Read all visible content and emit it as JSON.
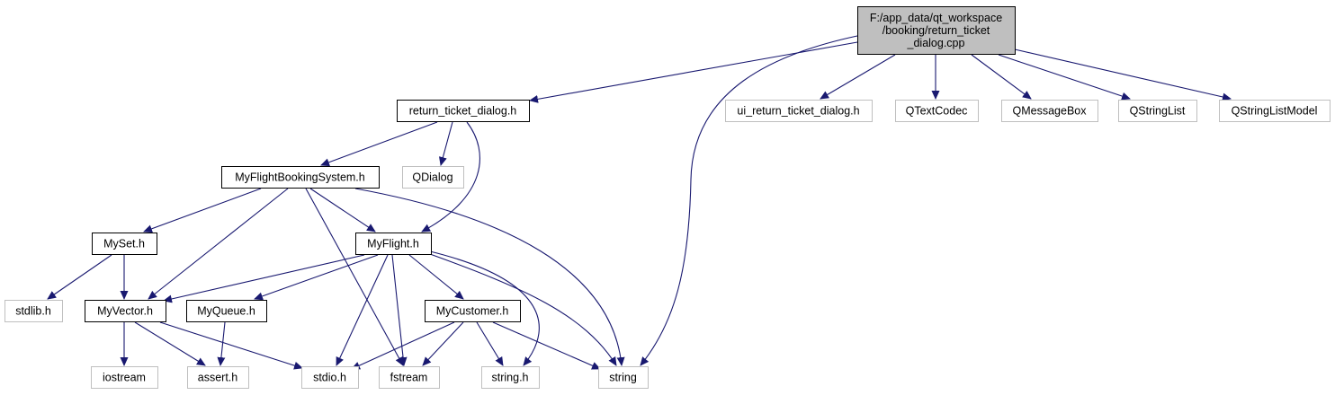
{
  "colors": {
    "edge": "#191970",
    "node_border": "#000000",
    "external_border": "#bfbfbf",
    "root_fill": "#bfbfbf",
    "node_fill": "#ffffff"
  },
  "nodes": [
    {
      "id": "root",
      "lines": [
        "F:/app_data/qt_workspace",
        "/booking/return_ticket",
        "_dialog.cpp"
      ],
      "kind": "root"
    },
    {
      "id": "return_ticket_dialog_h",
      "lines": [
        "return_ticket_dialog.h"
      ],
      "kind": "header"
    },
    {
      "id": "ui_return_ticket_dialog_h",
      "lines": [
        "ui_return_ticket_dialog.h"
      ],
      "kind": "external"
    },
    {
      "id": "qtextcodec",
      "lines": [
        "QTextCodec"
      ],
      "kind": "external"
    },
    {
      "id": "qmessagebox",
      "lines": [
        "QMessageBox"
      ],
      "kind": "external"
    },
    {
      "id": "qstringlist",
      "lines": [
        "QStringList"
      ],
      "kind": "external"
    },
    {
      "id": "qstringlistmodel",
      "lines": [
        "QStringListModel"
      ],
      "kind": "external"
    },
    {
      "id": "myflightbookingsystem_h",
      "lines": [
        "MyFlightBookingSystem.h"
      ],
      "kind": "header"
    },
    {
      "id": "qdialog",
      "lines": [
        "QDialog"
      ],
      "kind": "external"
    },
    {
      "id": "myset_h",
      "lines": [
        "MySet.h"
      ],
      "kind": "header"
    },
    {
      "id": "myflight_h",
      "lines": [
        "MyFlight.h"
      ],
      "kind": "header"
    },
    {
      "id": "stdlib_h",
      "lines": [
        "stdlib.h"
      ],
      "kind": "external"
    },
    {
      "id": "myvector_h",
      "lines": [
        "MyVector.h"
      ],
      "kind": "header"
    },
    {
      "id": "myqueue_h",
      "lines": [
        "MyQueue.h"
      ],
      "kind": "header"
    },
    {
      "id": "mycustomer_h",
      "lines": [
        "MyCustomer.h"
      ],
      "kind": "header"
    },
    {
      "id": "iostream",
      "lines": [
        "iostream"
      ],
      "kind": "external"
    },
    {
      "id": "assert_h",
      "lines": [
        "assert.h"
      ],
      "kind": "external"
    },
    {
      "id": "stdio_h",
      "lines": [
        "stdio.h"
      ],
      "kind": "external"
    },
    {
      "id": "fstream",
      "lines": [
        "fstream"
      ],
      "kind": "external"
    },
    {
      "id": "string_h",
      "lines": [
        "string.h"
      ],
      "kind": "external"
    },
    {
      "id": "string",
      "lines": [
        "string"
      ],
      "kind": "external"
    }
  ],
  "edges": [
    {
      "from": "root",
      "to": "return_ticket_dialog_h"
    },
    {
      "from": "root",
      "to": "ui_return_ticket_dialog_h"
    },
    {
      "from": "root",
      "to": "qtextcodec"
    },
    {
      "from": "root",
      "to": "qmessagebox"
    },
    {
      "from": "root",
      "to": "qstringlist"
    },
    {
      "from": "root",
      "to": "qstringlistmodel"
    },
    {
      "from": "root",
      "to": "string"
    },
    {
      "from": "return_ticket_dialog_h",
      "to": "myflightbookingsystem_h"
    },
    {
      "from": "return_ticket_dialog_h",
      "to": "qdialog"
    },
    {
      "from": "return_ticket_dialog_h",
      "to": "myflight_h"
    },
    {
      "from": "myflightbookingsystem_h",
      "to": "myset_h"
    },
    {
      "from": "myflightbookingsystem_h",
      "to": "myvector_h"
    },
    {
      "from": "myflightbookingsystem_h",
      "to": "myflight_h"
    },
    {
      "from": "myflightbookingsystem_h",
      "to": "fstream"
    },
    {
      "from": "myflightbookingsystem_h",
      "to": "string"
    },
    {
      "from": "myset_h",
      "to": "stdlib_h"
    },
    {
      "from": "myset_h",
      "to": "myvector_h"
    },
    {
      "from": "myflight_h",
      "to": "myvector_h"
    },
    {
      "from": "myflight_h",
      "to": "myqueue_h"
    },
    {
      "from": "myflight_h",
      "to": "mycustomer_h"
    },
    {
      "from": "myflight_h",
      "to": "stdio_h"
    },
    {
      "from": "myflight_h",
      "to": "fstream"
    },
    {
      "from": "myflight_h",
      "to": "string_h"
    },
    {
      "from": "myflight_h",
      "to": "string"
    },
    {
      "from": "myvector_h",
      "to": "iostream"
    },
    {
      "from": "myvector_h",
      "to": "assert_h"
    },
    {
      "from": "myvector_h",
      "to": "stdio_h"
    },
    {
      "from": "myqueue_h",
      "to": "assert_h"
    },
    {
      "from": "mycustomer_h",
      "to": "stdio_h"
    },
    {
      "from": "mycustomer_h",
      "to": "fstream"
    },
    {
      "from": "mycustomer_h",
      "to": "string_h"
    },
    {
      "from": "mycustomer_h",
      "to": "string"
    }
  ]
}
